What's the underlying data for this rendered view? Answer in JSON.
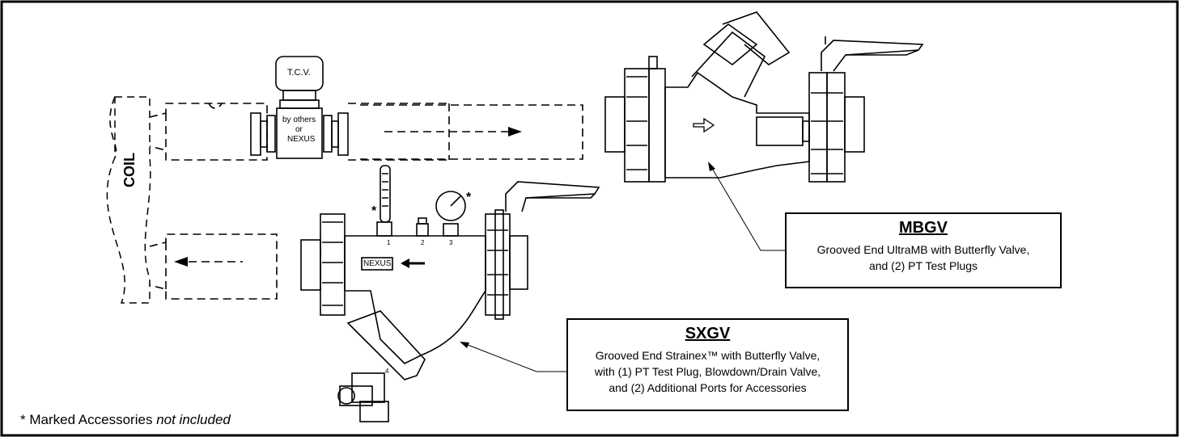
{
  "labels": {
    "tcv": "T.C.V.",
    "by_others_line1": "by others",
    "by_others_line2": "or",
    "by_others_line3": "NEXUS",
    "coil": "COIL",
    "nexus_plate": "NEXUS",
    "asterisk": "*",
    "port_1": "1",
    "port_2": "2",
    "port_3": "3",
    "port_4": "4"
  },
  "mbgv": {
    "title": "MBGV",
    "description_line1": "Grooved End UltraMB with Butterfly Valve,",
    "description_line2": "and (2) PT Test Plugs"
  },
  "sxgv": {
    "title": "SXGV",
    "description_line1": "Grooved End Strainex™ with Butterfly Valve,",
    "description_line2": "with (1) PT Test Plug, Blowdown/Drain Valve,",
    "description_line3": "and (2) Additional Ports for Accessories"
  },
  "footnote": {
    "prefix": "*  Marked Accessories ",
    "italic": "not included"
  }
}
